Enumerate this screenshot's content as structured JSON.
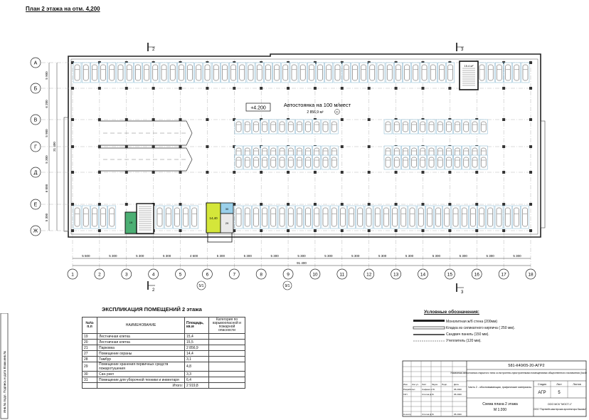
{
  "title": "План 2 этажа на отм. 4,200",
  "plan": {
    "level_mark": "+4.200",
    "room_name": "Автостоянка на 100 м/мест",
    "room_area": "2 856,9 м²",
    "room_no": "21",
    "row_axes": [
      "А",
      "Б",
      "В",
      "Г",
      "Д",
      "Е",
      "Ж"
    ],
    "col_axes": [
      "1",
      "2",
      "3",
      "4",
      "5",
      "6",
      "7",
      "8",
      "9",
      "10",
      "11",
      "12",
      "13",
      "14",
      "15",
      "16",
      "17",
      "18"
    ],
    "spans": [
      "5 500",
      "5 300",
      "5 300",
      "5 300",
      "4 600",
      "5 300",
      "5 300",
      "5 300",
      "5 300",
      "5 300",
      "5 300",
      "5 300",
      "5 300",
      "5 300",
      "5 300",
      "5 300",
      "5 300"
    ],
    "total_length": "91 400",
    "row_dims": [
      "5 900",
      "6 200",
      "5 900",
      "5 300",
      "6 000",
      "5 300"
    ],
    "total_width": "31 400",
    "section_marks": [
      "2",
      "3"
    ],
    "subaxis": [
      "5/1",
      "9/1"
    ],
    "stair_no": "19",
    "rooms_small": [
      "14,40",
      "27",
      "28",
      "29",
      "30",
      "31"
    ],
    "stair_area": "15.4 м²"
  },
  "explication": {
    "title": "ЭКСПЛИКАЦИЯ ПОМЕЩЕНИЙ 2 этажа",
    "headers": [
      "№№ п.п",
      "НАИМЕНОВАНИЕ",
      "Площадь, кв.м",
      "Категория по взрывоопасной и пожарной опасности"
    ],
    "rows": [
      [
        "19",
        "Лестничная клетка",
        "15,4",
        ""
      ],
      [
        "20",
        "Лестничная клетка",
        "15,5",
        ""
      ],
      [
        "21",
        "Парковка",
        "2 856,9",
        ""
      ],
      [
        "27",
        "Помещение охраны",
        "14,4",
        ""
      ],
      [
        "28",
        "Тамбур",
        "3,1",
        ""
      ],
      [
        "29",
        "Помещение хранения первичных средств пожаротушения",
        "4,8",
        ""
      ],
      [
        "30",
        "Сан.узел",
        "3,3",
        ""
      ],
      [
        "31",
        "Помещение для уборочной техники и инвентаря",
        "6,4",
        ""
      ],
      [
        "",
        "Итого:",
        "2 919,8",
        ""
      ]
    ]
  },
  "legend": {
    "title": "Условные обозначения:",
    "items": [
      "Монолитная ж/б стена (200мм)",
      "Кладка из силикатного кирпича  ( 250 мм).",
      "Сандвич панель  (150 мм).",
      "Утеплитель  (120 мм)."
    ]
  },
  "stamp": {
    "code": "581-К40/05-20-АГР2",
    "project": "Наземная автостоянка открытого типа со встроенно-пристроенными помещениями общественного назначения (№40 по генплану)",
    "part": "Часть 2 - обосновывающая, графические материалы.",
    "stage_label": "Стадия",
    "stage": "АГР",
    "sheet_label": "Лист",
    "sheet": "5",
    "sheets_label": "Листов",
    "sheet_name": "Схема плана 2 этажа",
    "scale": "М 1:200",
    "org1": "ООО МСК \"МОСТ-1\"",
    "org2": "ООО \"Портвейн-мастерская архитектора Быкова\"",
    "roles": [
      "Разработал",
      "ГАП",
      "Н.контр"
    ],
    "names": [
      "Сафиев А.Ю.",
      "Стилов Д.М.",
      "Стилов Д.М."
    ],
    "dates": [
      "05.2020",
      "05.2020",
      "05.2020"
    ],
    "hdr": [
      "Изм.",
      "Кол.уч.",
      "Лист",
      "№док.",
      "Подп.",
      "Дата"
    ]
  },
  "side_stamp": "Инв.№ подл.  Подпись и дата  Взам.инв.№"
}
